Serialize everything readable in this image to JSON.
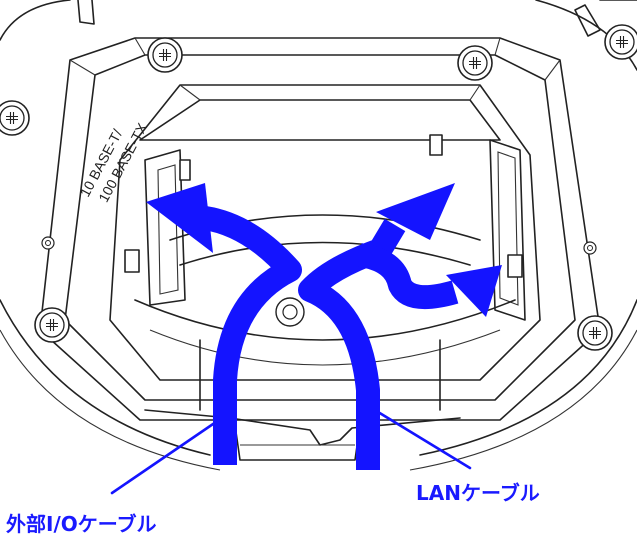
{
  "engraving": {
    "line1": "10 BASE-T/",
    "line2": "100 BASE-TX"
  },
  "labels": {
    "io_cable": "外部I/Oケーブル",
    "lan_cable": "LANケーブル"
  },
  "colors": {
    "cable": "#1414ff",
    "line_art": "#222222",
    "background": "#ffffff"
  },
  "icons": {
    "screw": "phillips-screw-head"
  }
}
